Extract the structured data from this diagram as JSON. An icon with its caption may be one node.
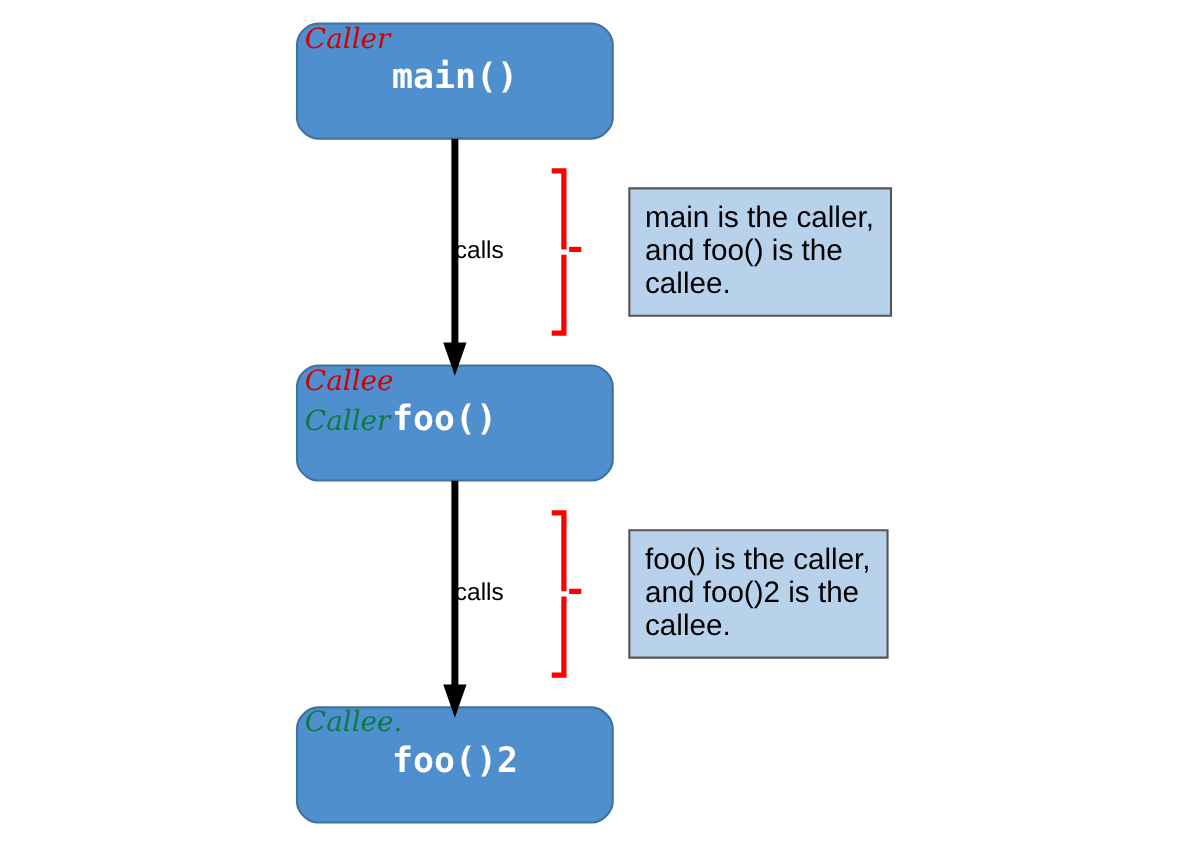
{
  "diagram": {
    "nodes": [
      {
        "text": [
          "Caller",
          "main()"
        ]
      },
      {
        "text": [
          "Callee",
          "Caller",
          "foo()"
        ]
      },
      {
        "text": [
          "Callee.",
          "foo()2"
        ]
      },
      {
        "text": [
          "main is the caller, and foo() is the callee."
        ]
      },
      {
        "text": [
          "foo() is the caller, and foo()2 is the callee."
        ]
      }
    ],
    "edges": [
      {
        "from": 0,
        "to": 1,
        "arrow": "to",
        "label": "calls"
      },
      {
        "from": 1,
        "to": 2,
        "arrow": "to",
        "label": "calls"
      }
    ]
  }
}
